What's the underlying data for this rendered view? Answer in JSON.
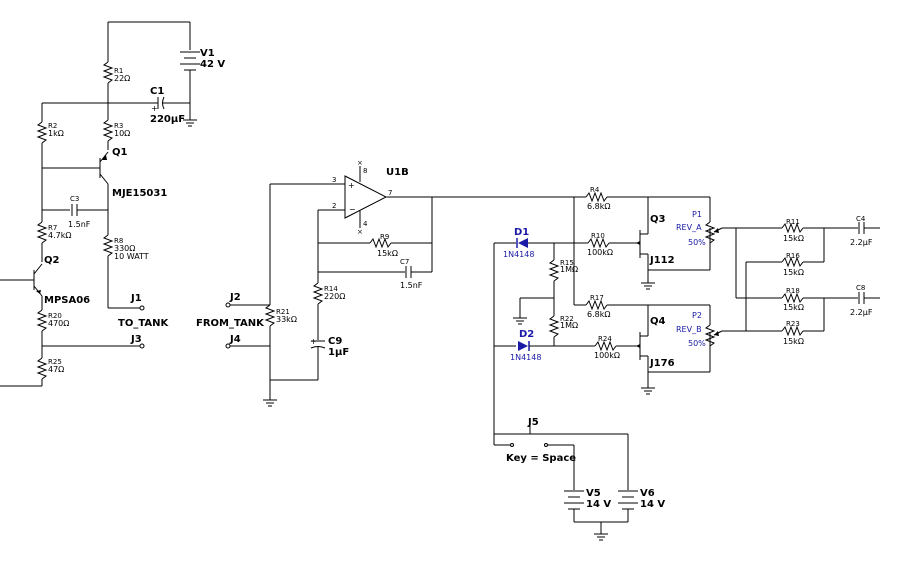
{
  "colors": {
    "wire": "#000000",
    "diode": "#1a1aa6",
    "pot_label": "#1a1aa6",
    "polarity": "#cc0000"
  },
  "sources": {
    "V1": {
      "name": "V1",
      "value": "42 V"
    },
    "V5": {
      "name": "V5",
      "value": "14 V"
    },
    "V6": {
      "name": "V6",
      "value": "14 V"
    }
  },
  "resistors": {
    "R1": {
      "name": "R1",
      "value": "22Ω"
    },
    "R2": {
      "name": "R2",
      "value": "1kΩ"
    },
    "R3": {
      "name": "R3",
      "value": "10Ω"
    },
    "R7": {
      "name": "R7",
      "value": "4.7kΩ"
    },
    "R8": {
      "name": "R8",
      "value": "330Ω",
      "note": "10 WATT"
    },
    "R20": {
      "name": "R20",
      "value": "470Ω"
    },
    "R25": {
      "name": "R25",
      "value": "47Ω"
    },
    "R21": {
      "name": "R21",
      "value": "33kΩ"
    },
    "R9": {
      "name": "R9",
      "value": "15kΩ"
    },
    "R14": {
      "name": "R14",
      "value": "220Ω"
    },
    "R4": {
      "name": "R4",
      "value": "6.8kΩ"
    },
    "R10": {
      "name": "R10",
      "value": "100kΩ"
    },
    "R15": {
      "name": "R15",
      "value": "1MΩ"
    },
    "R17": {
      "name": "R17",
      "value": "6.8kΩ"
    },
    "R22": {
      "name": "R22",
      "value": "1MΩ"
    },
    "R24": {
      "name": "R24",
      "value": "100kΩ"
    },
    "R11": {
      "name": "R11",
      "value": "15kΩ"
    },
    "R16": {
      "name": "R16",
      "value": "15kΩ"
    },
    "R18": {
      "name": "R18",
      "value": "15kΩ"
    },
    "R23": {
      "name": "R23",
      "value": "15kΩ"
    }
  },
  "capacitors": {
    "C1": {
      "name": "C1",
      "value": "220µF"
    },
    "C3": {
      "name": "C3",
      "value": "1.5nF"
    },
    "C7": {
      "name": "C7",
      "value": "1.5nF"
    },
    "C9": {
      "name": "C9",
      "value": "1µF"
    },
    "C4": {
      "name": "C4",
      "value": "2.2µF"
    },
    "C8": {
      "name": "C8",
      "value": "2.2µF"
    }
  },
  "transistors": {
    "Q1": {
      "name": "Q1",
      "part": "MJE15031"
    },
    "Q2": {
      "name": "Q2",
      "part": "MPSA06"
    },
    "Q3": {
      "name": "Q3",
      "part": "J112"
    },
    "Q4": {
      "name": "Q4",
      "part": "J176"
    }
  },
  "diodes": {
    "D1": {
      "name": "D1",
      "part": "1N4148"
    },
    "D2": {
      "name": "D2",
      "part": "1N4148"
    }
  },
  "opamp": {
    "name": "U1B",
    "pin_out": "7",
    "pin_in_plus": "3",
    "pin_in_minus": "2",
    "pin_top": "8",
    "pin_bottom": "4"
  },
  "pots": {
    "P1": {
      "name": "P1",
      "label": "REV_A",
      "percent": "50%"
    },
    "P2": {
      "name": "P2",
      "label": "REV_B",
      "percent": "50%"
    }
  },
  "connectors": {
    "J1": "J1",
    "J2": "J2",
    "J3": "J3",
    "J4": "J4",
    "J5": "J5",
    "to_tank": "TO_TANK",
    "from_tank": "FROM_TANK",
    "key_note": "Key = Space"
  }
}
